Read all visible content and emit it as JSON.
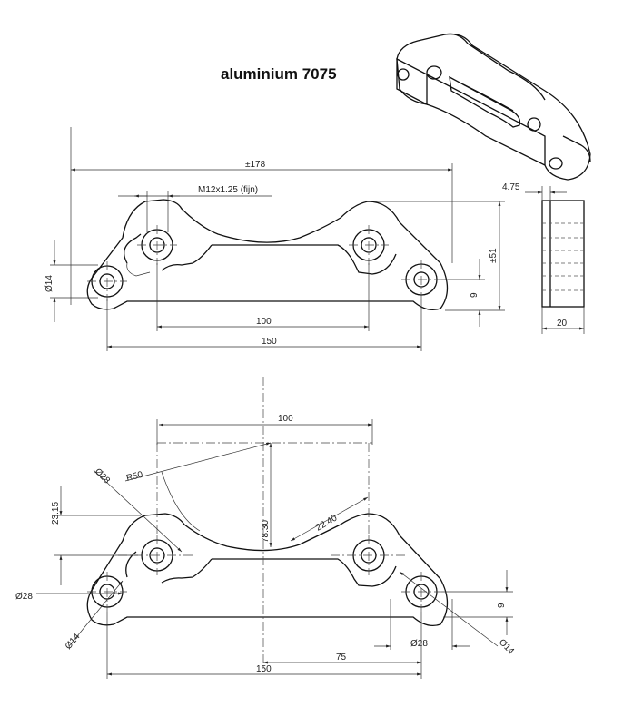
{
  "title": "aluminium 7075",
  "top_view": {
    "overall_width": "±178",
    "thread": "M12x1.25 (fijn)",
    "hole_dia": "Ø14",
    "upper_hole_spacing": "100",
    "lower_hole_spacing": "150",
    "height": "±51",
    "offset": "9"
  },
  "side_view": {
    "step": "4.75",
    "thickness": "20"
  },
  "bottom_view": {
    "upper_hole_spacing": "100",
    "radius": "R50",
    "upper_dia": "Ø28",
    "upper_height": "23.15",
    "arc_height": "78.30",
    "chord": "22.40",
    "left_dia": "Ø28",
    "left_hole": "Ø14",
    "right_dia": "Ø28",
    "right_hole": "Ø14",
    "offset": "9",
    "half_span": "75",
    "lower_hole_spacing": "150"
  }
}
